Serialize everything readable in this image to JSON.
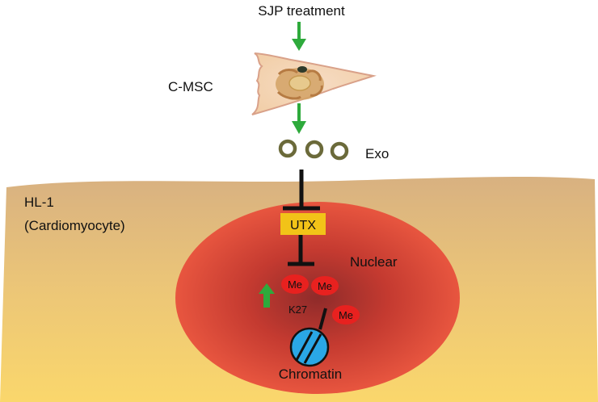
{
  "labels": {
    "treatment": "SJP treatment",
    "stem_cell": "C-MSC",
    "exosome": "Exo",
    "cell_line": "HL-1",
    "cell_type": "(Cardiomyocyte)",
    "enzyme": "UTX",
    "nucleus": "Nuclear",
    "methyl_1": "Me",
    "methyl_2": "Me",
    "methyl_3": "Me",
    "lysine": "K27",
    "chromatin": "Chromatin"
  },
  "colors": {
    "arrow_green": "#2eaa3c",
    "inhibitor_black": "#111111",
    "utx_box": "#f2c318",
    "methyl_red": "#e8211f",
    "chromatin_blue": "#2aa7e6",
    "cell_fill_top": "#d6ae7e",
    "cell_fill_bottom": "#f8d46e",
    "nucleus_center": "#a82f2c",
    "nucleus_edge": "#ee5a43",
    "exosome_ring": "#6b6a3a"
  },
  "icons": [
    "stem-cell-icon",
    "exosome-icon",
    "chromatin-icon",
    "up-arrow-icon"
  ]
}
